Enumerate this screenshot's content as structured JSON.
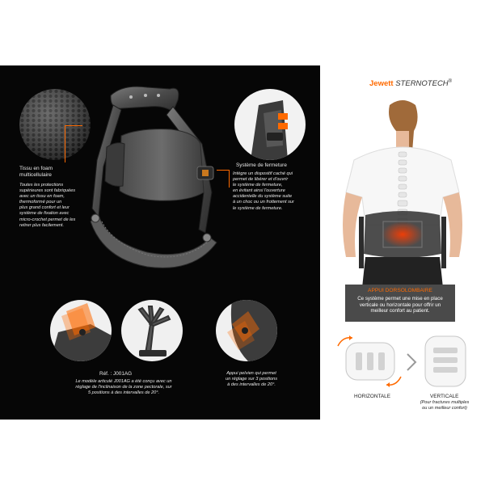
{
  "brand": {
    "name": "Jewett",
    "product": "STERNOTECH",
    "mark": "®"
  },
  "callouts": {
    "foam": {
      "title_line1": "Tissu en foam",
      "title_line2": "multicellulaire",
      "body": [
        "Toutes les protections",
        "supérieures sont fabriquées",
        "avec un tissu en foam,",
        "thermoformé pour un",
        "plus grand confort et leur",
        "système de fixation avec",
        "micro-crochet permet de les",
        "retirer plus facilement."
      ]
    },
    "closure": {
      "title": "Système de fermeture",
      "body": [
        "Intègre un dispositif caché qui",
        "permet de libérer et d'ouvrir",
        "le système de fermeture,",
        "en évitant ainsi l'ouverture",
        "accidentelle du système suite",
        "à un choc ou un frottement sur",
        "le système de fermeture."
      ]
    },
    "model": {
      "ref": "Réf. : J001AG",
      "body": [
        "Le modèle articulé J001AG a été conçu avec un",
        "réglage de l'inclinaison de la zone pectorale, sur",
        "5 positions à des intervalles de 20°."
      ]
    },
    "pelvic": {
      "body": [
        "Appui pelvien qui permet",
        "un réglage sur 3 positions",
        "à des intervalles de 20°."
      ]
    }
  },
  "support": {
    "title": "APPUI DORSOLOMBAIRE",
    "body": [
      "Ce système permet une mise en place",
      "verticale ou horizontale pour offrir un",
      "meilleur confort au patient."
    ]
  },
  "orientation": {
    "horizontal_label": "HORIZONTALE",
    "vertical_label": "VERTICALE",
    "vertical_note_line1": "(Pour fractures multiples",
    "vertical_note_line2": "ou un meilleur confort)"
  },
  "icons": [
    "foam-texture-icon",
    "closure-detail-icon",
    "pectoral-hinge-icon",
    "hinge-range-icon",
    "pelvic-pad-icon",
    "brace-product-icon",
    "model-back-icon",
    "rotate-arrow-icon",
    "chevron-right-icon"
  ],
  "colors": {
    "accent": "#ff6a00",
    "panel": "#060606",
    "support_box": "#4a4a4a"
  }
}
